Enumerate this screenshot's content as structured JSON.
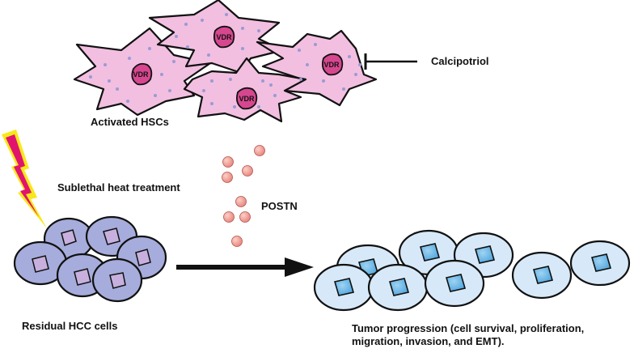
{
  "labels": {
    "hsc": "Activated HSCs",
    "calcipotriol": "Calcipotriol",
    "heat": "Sublethal heat treatment",
    "postn": "POSTN",
    "residual": "Residual HCC cells",
    "progression_line1": "Tumor progression (cell survival, proliferation,",
    "progression_line2": "migration, invasion, and EMT)."
  },
  "nucleus_label": "VDR",
  "colors": {
    "hsc_fill": "#f2bfe0",
    "hsc_dot": "#9a9ad4",
    "vdr_fill": "#d6478f",
    "postn_fill": "#e8847c",
    "lightning": "#e0146e",
    "lightning_glow": "#f7e81a",
    "residual_cell": "#a6acdb",
    "residual_nucleus": "#c7b0de",
    "tumor_cell": "#d7e9f8",
    "tumor_nucleus": "#6ab8ea",
    "outline": "#111111"
  }
}
